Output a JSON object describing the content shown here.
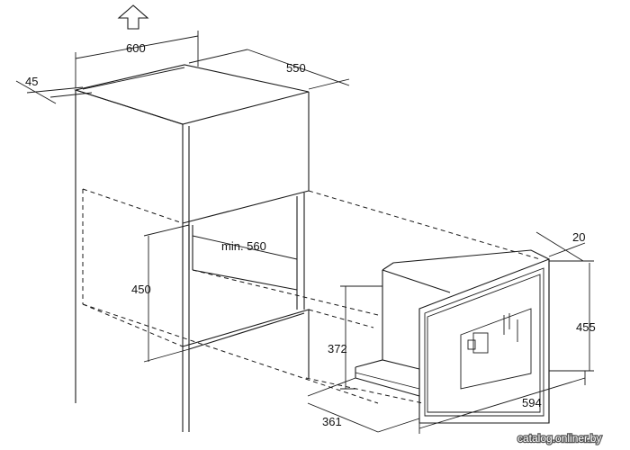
{
  "dimensions": {
    "width_600": "600",
    "depth_550": "550",
    "offset_45": "45",
    "min_560": "min. 560",
    "height_450": "450",
    "frame_20": "20",
    "height_455": "455",
    "height_372": "372",
    "width_594": "594",
    "depth_361": "361"
  },
  "watermark": "catalog.onliner.by",
  "colors": {
    "line": "#1a1a1a",
    "background": "#ffffff"
  },
  "icons": {
    "top_arrow": "up-arrow-icon"
  }
}
